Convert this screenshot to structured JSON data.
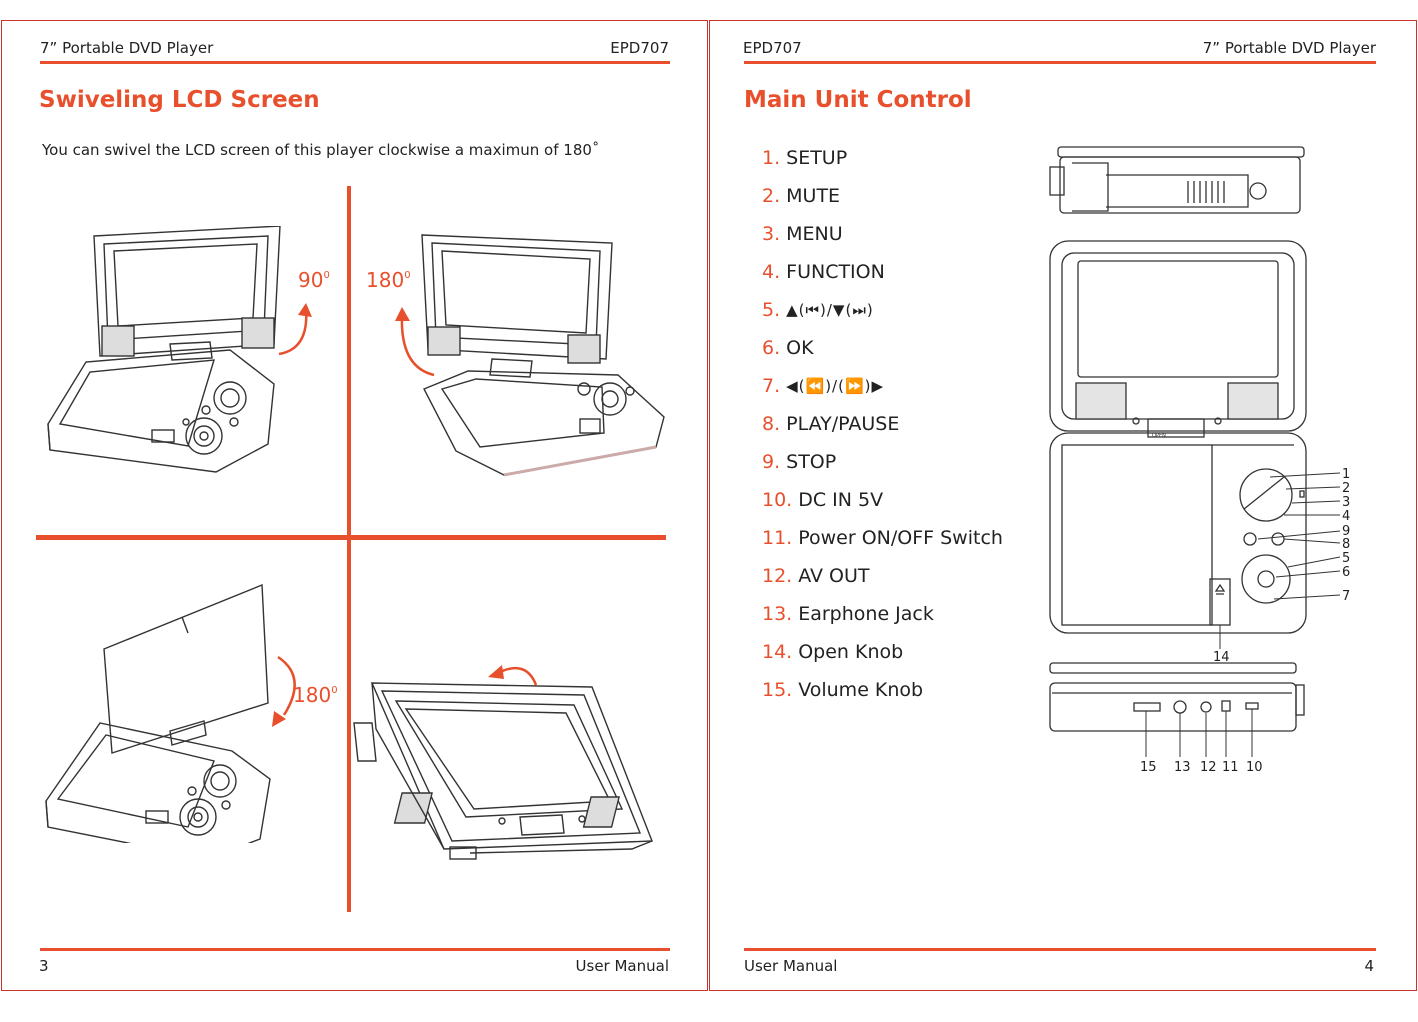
{
  "left_page": {
    "header_left": "7” Portable DVD Player",
    "header_right": "EPD707",
    "title": "Swiveling LCD Screen",
    "intro": "You can swivel the LCD screen of this player clockwise a maximun of 180˚",
    "angles": {
      "top_left": "90",
      "top_right": "180",
      "bottom_left": "180",
      "degree_mark": "0"
    },
    "footer_page_number": "3",
    "footer_label": "User Manual"
  },
  "right_page": {
    "header_left": "EPD707",
    "header_right": "7” Portable DVD Player",
    "title": "Main Unit Control",
    "controls": [
      {
        "num": "1.",
        "label": "SETUP"
      },
      {
        "num": "2.",
        "label": "MUTE"
      },
      {
        "num": "3.",
        "label": "MENU"
      },
      {
        "num": "4.",
        "label": "FUNCTION"
      },
      {
        "num": "5.",
        "label": "▲(⏮)/▼(⏭)"
      },
      {
        "num": "6.",
        "label": "OK"
      },
      {
        "num": "7.",
        "label": "◀(⏪)/(⏩)▶"
      },
      {
        "num": "8.",
        "label": "PLAY/PAUSE"
      },
      {
        "num": "9.",
        "label": "STOP"
      },
      {
        "num": "10.",
        "label": "DC IN 5V"
      },
      {
        "num": "11.",
        "label": "Power ON/OFF Switch"
      },
      {
        "num": "12.",
        "label": "AV OUT"
      },
      {
        "num": "13.",
        "label": "Earphone Jack"
      },
      {
        "num": "14.",
        "label": "Open Knob"
      },
      {
        "num": "15.",
        "label": "Volume Knob"
      }
    ],
    "callouts_right": [
      "1",
      "2",
      "3",
      "4",
      "9",
      "8",
      "5",
      "6",
      "7"
    ],
    "callout_open_knob": "14",
    "callouts_bottom": [
      "15",
      "13",
      "12",
      "11",
      "10"
    ],
    "footer_label": "User Manual",
    "footer_page_number": "4"
  },
  "colors": {
    "accent": "#e8502d",
    "text": "#222222",
    "border": "#c8342c"
  }
}
